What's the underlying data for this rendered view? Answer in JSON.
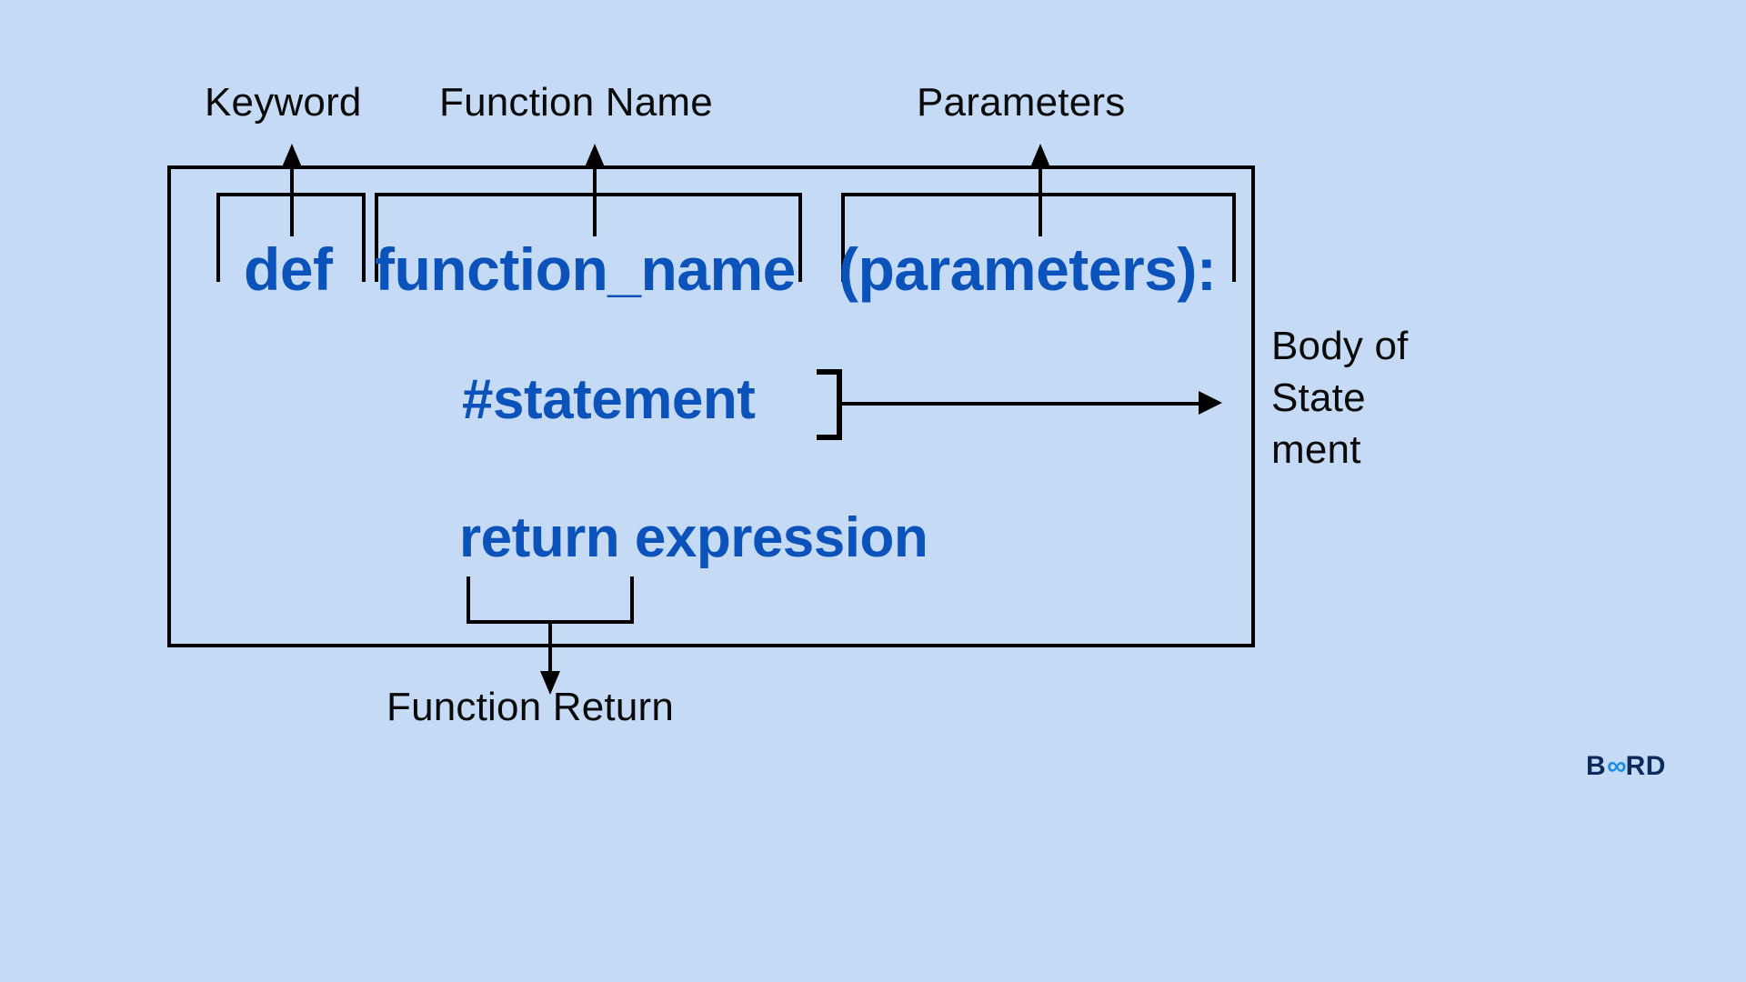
{
  "background_color": "#c5daf5",
  "code_color": "#0b52ba",
  "line_color": "#000000",
  "diagram": {
    "title_hidden": "",
    "callouts": {
      "keyword": "Keyword",
      "function_name": "Function Name",
      "parameters": "Parameters",
      "body_of_statement": "Body of State ment",
      "function_return": "Function Return"
    },
    "code_lines": {
      "line1_keyword": "def",
      "line1_name": "function_name",
      "line1_params": "(parameters):",
      "line2": "#statement",
      "line3": "return expression"
    }
  },
  "logo": {
    "prefix": "B",
    "mark": "∞",
    "suffix": "RD"
  }
}
